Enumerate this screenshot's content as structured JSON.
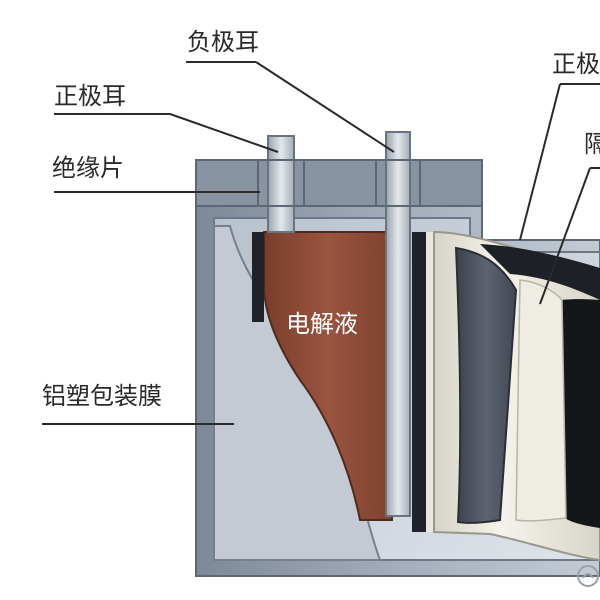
{
  "labels": {
    "negative_tab": "负极耳",
    "positive_tab": "正极耳",
    "insulating_sheet": "绝缘片",
    "electrolyte": "电解液",
    "aluminum_plastic_film": "铝塑包装膜",
    "positive_electrode_cropped": "正极",
    "separator_cropped": "隔"
  },
  "colors": {
    "electrolyte": "#8c4a36",
    "casing": "#aab3c0",
    "tab": "#c9cfd6",
    "electrode": "#4d5360",
    "separator": "#ece9df",
    "leader": "#2a2a2a"
  }
}
